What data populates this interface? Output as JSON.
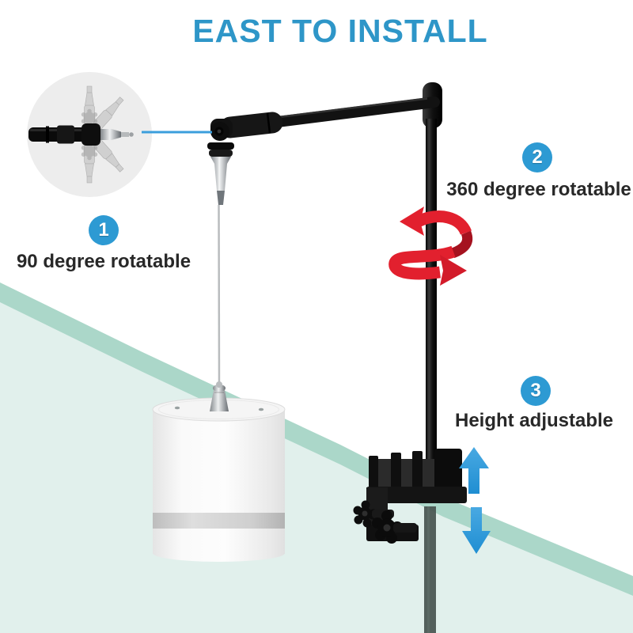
{
  "title": {
    "text": "EAST TO INSTALL",
    "color": "#2E96C8"
  },
  "callouts": [
    {
      "number": "1",
      "label": "90 degree rotatable"
    },
    {
      "number": "2",
      "label": "360 degree rotatable"
    },
    {
      "number": "3",
      "label": "Height adjustable"
    }
  ],
  "illustration": {
    "subject": "aquarium light hanging bracket kit",
    "icons": {
      "rotation_spiral": "360-rotation-arrow",
      "height_arrows": "up-down-arrows",
      "inset": "rotatable-joint-detail-circle"
    }
  },
  "colors": {
    "title": "#2E96C8",
    "badge_blue": "#2D9AD3",
    "label_text": "#282828",
    "glass_edge": "#ABD7C9",
    "glass_fill": "#E1F0EC",
    "arrow_blue": "#2F9CDB",
    "spiral_red": "#E2202E",
    "product_black": "#141414",
    "steel_silver": "#C8CCCE"
  }
}
